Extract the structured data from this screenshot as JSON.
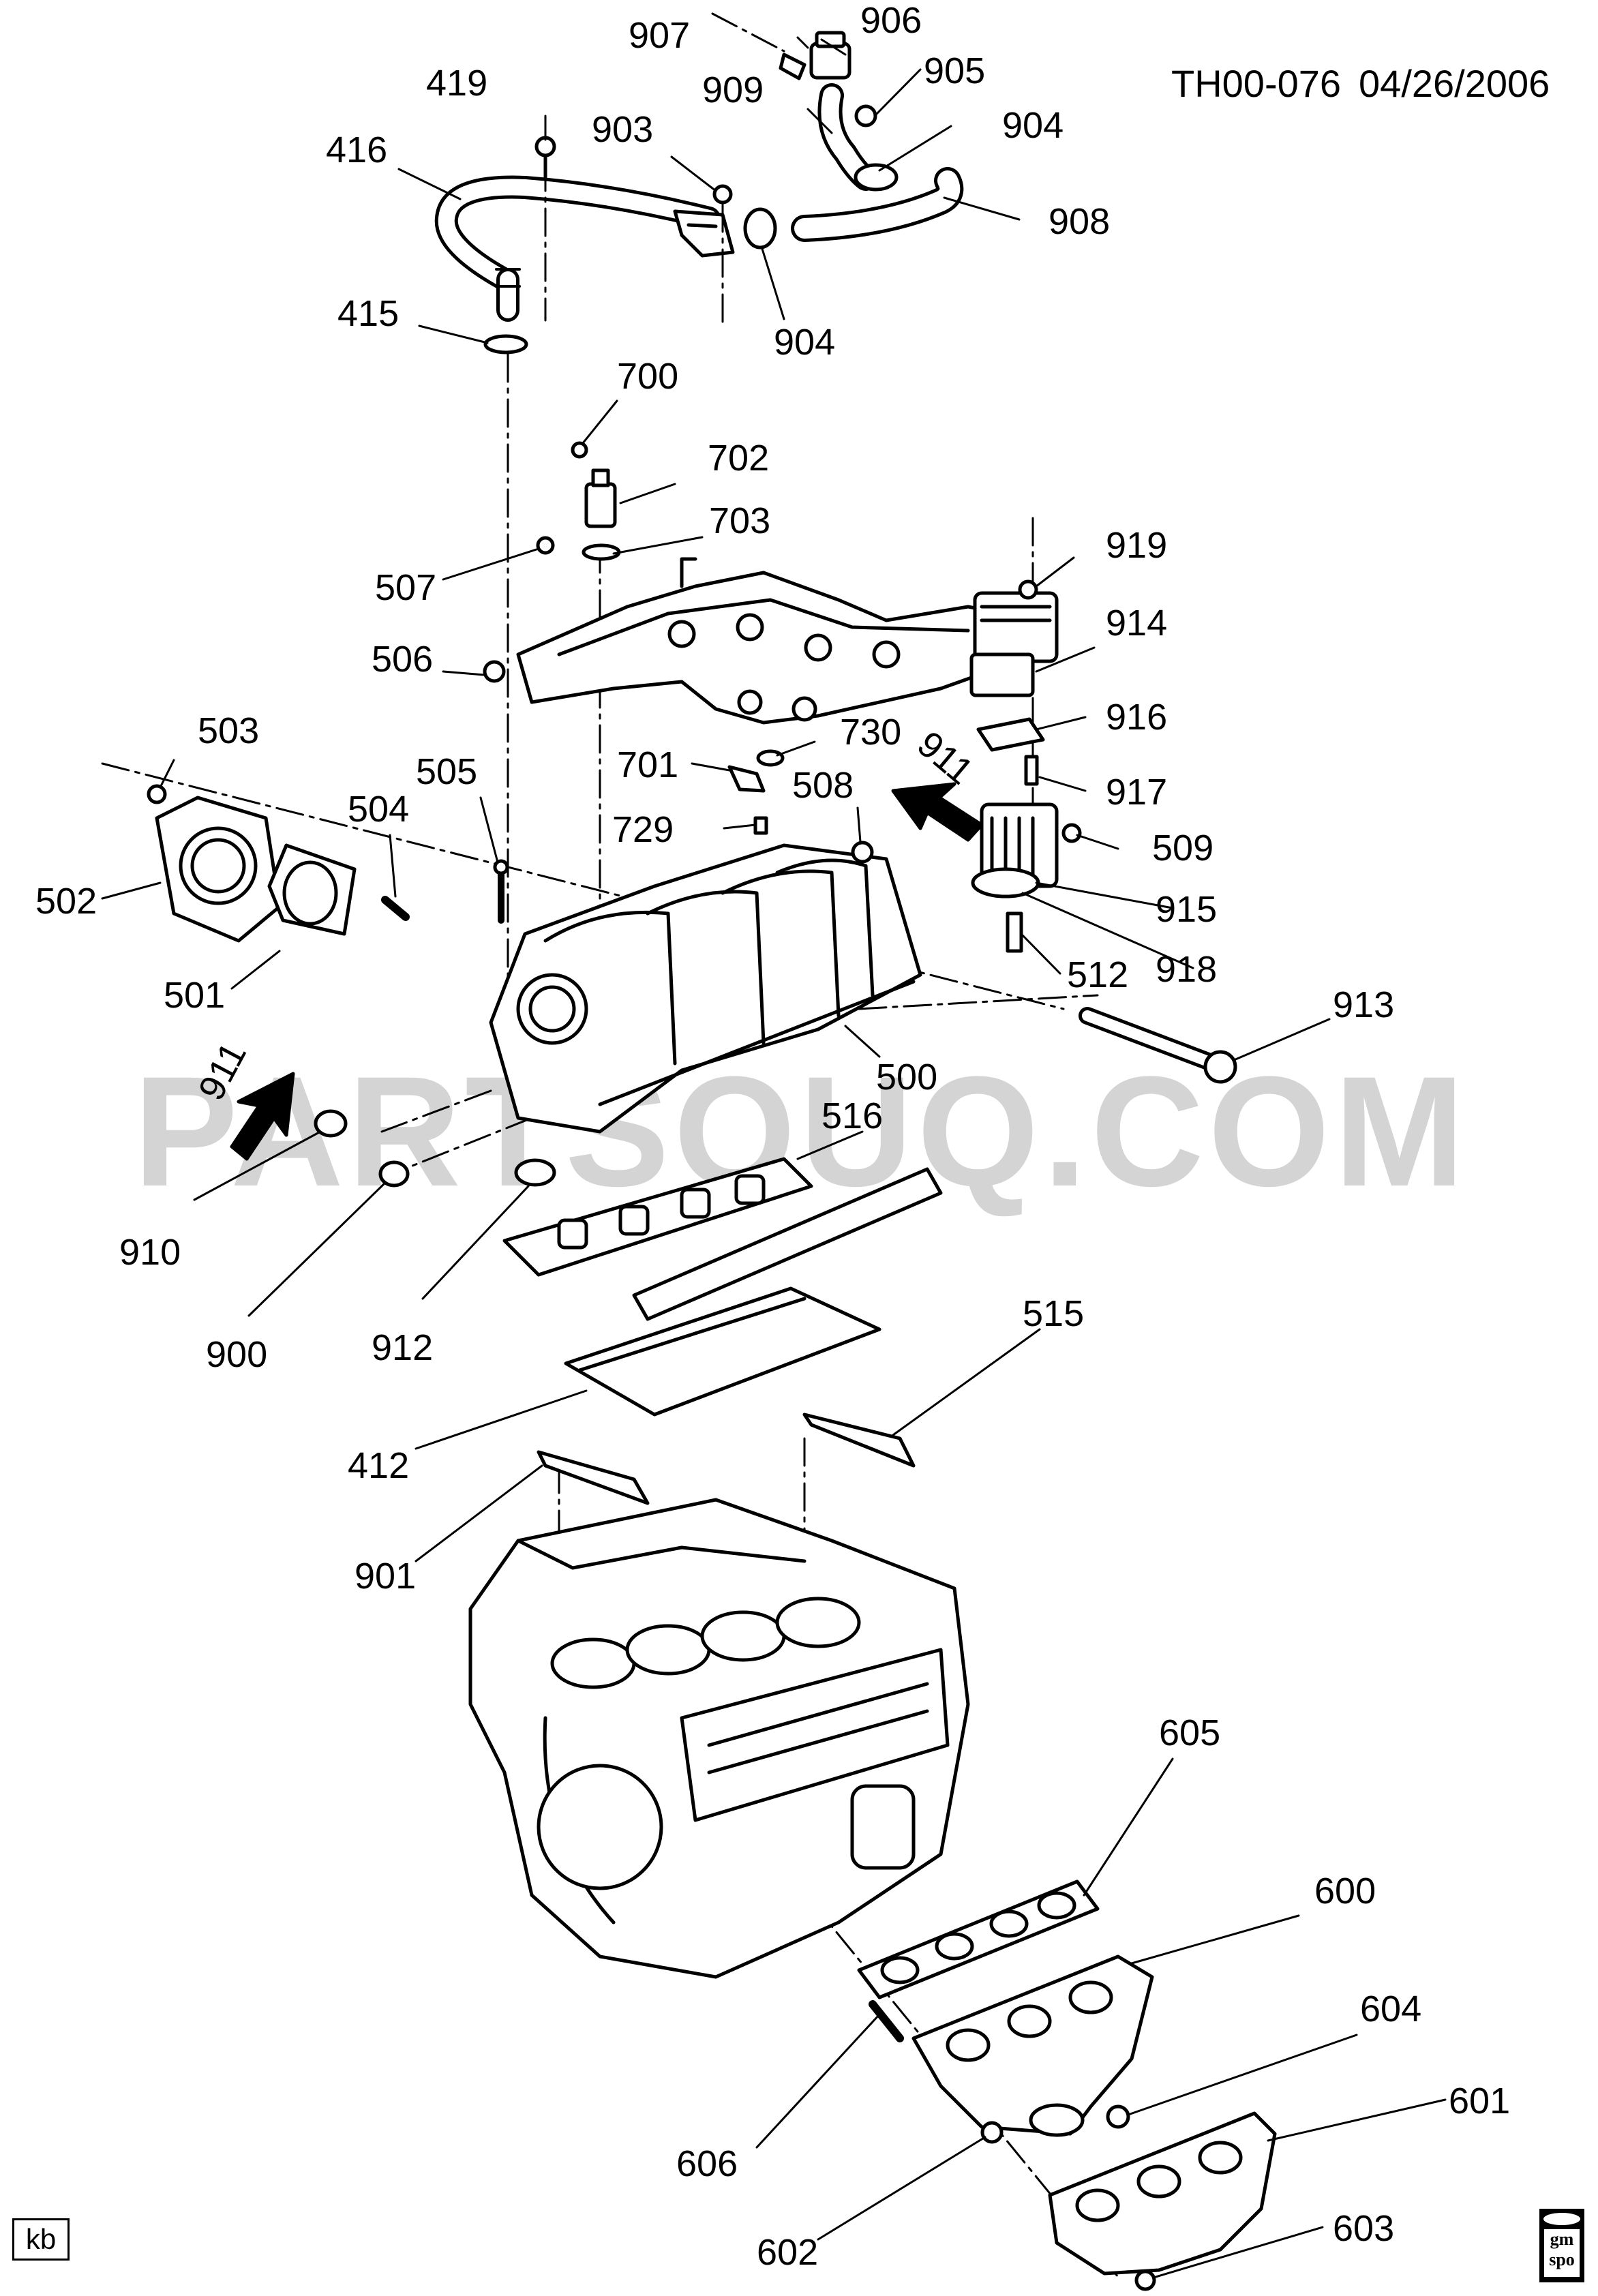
{
  "header": {
    "code": "TH00-076",
    "date": "04/26/2006"
  },
  "watermark": "PARTSOUQ.COM",
  "footer": {
    "artist_initials": "kb",
    "logo_text": "gm spo"
  },
  "arrow_labels": {
    "upper": "911",
    "left": "911"
  },
  "callouts": [
    {
      "id": "c906",
      "label": "906"
    },
    {
      "id": "c907",
      "label": "907"
    },
    {
      "id": "c905",
      "label": "905"
    },
    {
      "id": "c909",
      "label": "909"
    },
    {
      "id": "c904a",
      "label": "904"
    },
    {
      "id": "c419",
      "label": "419"
    },
    {
      "id": "c903",
      "label": "903"
    },
    {
      "id": "c416",
      "label": "416"
    },
    {
      "id": "c908",
      "label": "908"
    },
    {
      "id": "c415",
      "label": "415"
    },
    {
      "id": "c904b",
      "label": "904"
    },
    {
      "id": "c700",
      "label": "700"
    },
    {
      "id": "c702",
      "label": "702"
    },
    {
      "id": "c703",
      "label": "703"
    },
    {
      "id": "c919",
      "label": "919"
    },
    {
      "id": "c507",
      "label": "507"
    },
    {
      "id": "c914",
      "label": "914"
    },
    {
      "id": "c506",
      "label": "506"
    },
    {
      "id": "c916",
      "label": "916"
    },
    {
      "id": "c730",
      "label": "730"
    },
    {
      "id": "c503",
      "label": "503"
    },
    {
      "id": "c701",
      "label": "701"
    },
    {
      "id": "c505",
      "label": "505"
    },
    {
      "id": "c508",
      "label": "508"
    },
    {
      "id": "c917",
      "label": "917"
    },
    {
      "id": "c504",
      "label": "504"
    },
    {
      "id": "c729",
      "label": "729"
    },
    {
      "id": "c509",
      "label": "509"
    },
    {
      "id": "c502",
      "label": "502"
    },
    {
      "id": "c915",
      "label": "915"
    },
    {
      "id": "c918",
      "label": "918"
    },
    {
      "id": "c512",
      "label": "512"
    },
    {
      "id": "c501",
      "label": "501"
    },
    {
      "id": "c913",
      "label": "913"
    },
    {
      "id": "c500",
      "label": "500"
    },
    {
      "id": "c516",
      "label": "516"
    },
    {
      "id": "c910",
      "label": "910"
    },
    {
      "id": "c900",
      "label": "900"
    },
    {
      "id": "c912",
      "label": "912"
    },
    {
      "id": "c515",
      "label": "515"
    },
    {
      "id": "c412",
      "label": "412"
    },
    {
      "id": "c901",
      "label": "901"
    },
    {
      "id": "c605",
      "label": "605"
    },
    {
      "id": "c600",
      "label": "600"
    },
    {
      "id": "c604",
      "label": "604"
    },
    {
      "id": "c601",
      "label": "601"
    },
    {
      "id": "c606",
      "label": "606"
    },
    {
      "id": "c602",
      "label": "602"
    },
    {
      "id": "c603",
      "label": "603"
    }
  ]
}
